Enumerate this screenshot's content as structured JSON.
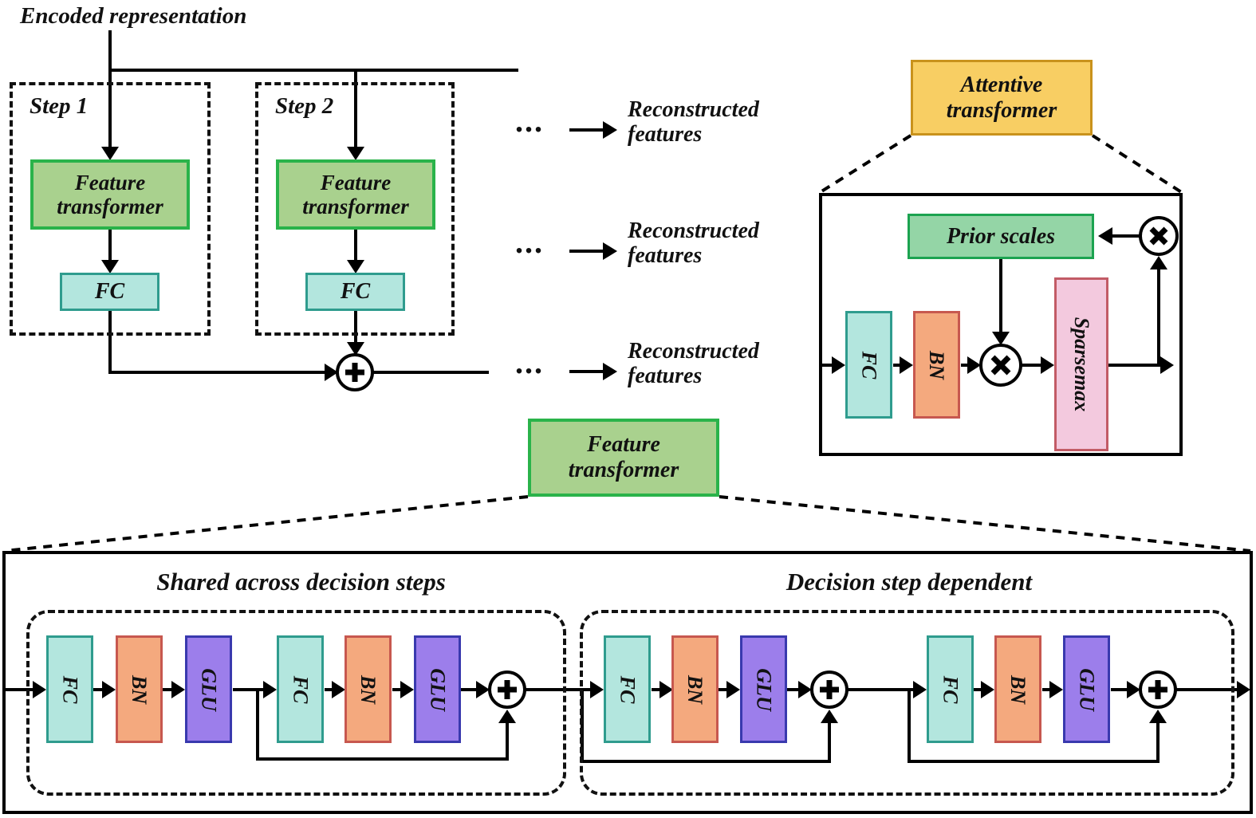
{
  "title": "Encoded representation",
  "steps": [
    {
      "label": "Step 1",
      "feature_transformer": "Feature transformer",
      "fc": "FC"
    },
    {
      "label": "Step 2",
      "feature_transformer": "Feature transformer",
      "fc": "FC"
    }
  ],
  "outputs": {
    "dots": "...",
    "rows": [
      {
        "line1": "Reconstructed",
        "line2": "features"
      },
      {
        "line1": "Reconstructed",
        "line2": "features"
      },
      {
        "line1": "Reconstructed",
        "line2": "features"
      }
    ]
  },
  "attentive": {
    "title": "Attentive transformer",
    "prior_scales": "Prior scales",
    "fc": "FC",
    "bn": "BN",
    "sparsemax": "Sparsemax"
  },
  "legend": {
    "feature_transformer": "Feature transformer"
  },
  "bottom": {
    "shared_title": "Shared across decision steps",
    "dependent_title": "Decision step dependent",
    "fc": "FC",
    "bn": "BN",
    "glu": "GLU"
  },
  "icons": {
    "merge": "plus-circle-icon",
    "multiply": "times-circle-icon"
  },
  "colors": {
    "feature_transformer_fill": "#A9D18E",
    "feature_transformer_border": "#2AB34A",
    "fc_fill": "#B3E6DE",
    "fc_border": "#2F9C8E",
    "attentive_fill": "#F8CE63",
    "attentive_border": "#C9921C",
    "prior_scales_fill": "#94D5A6",
    "prior_scales_border": "#1CA350",
    "bn_fill": "#F4A97E",
    "bn_border": "#C7584F",
    "glu_fill": "#9C7EEB",
    "glu_border": "#3939AE",
    "sparsemax_fill": "#F3C9DE",
    "sparsemax_border": "#C25B66",
    "line": "#000000"
  }
}
